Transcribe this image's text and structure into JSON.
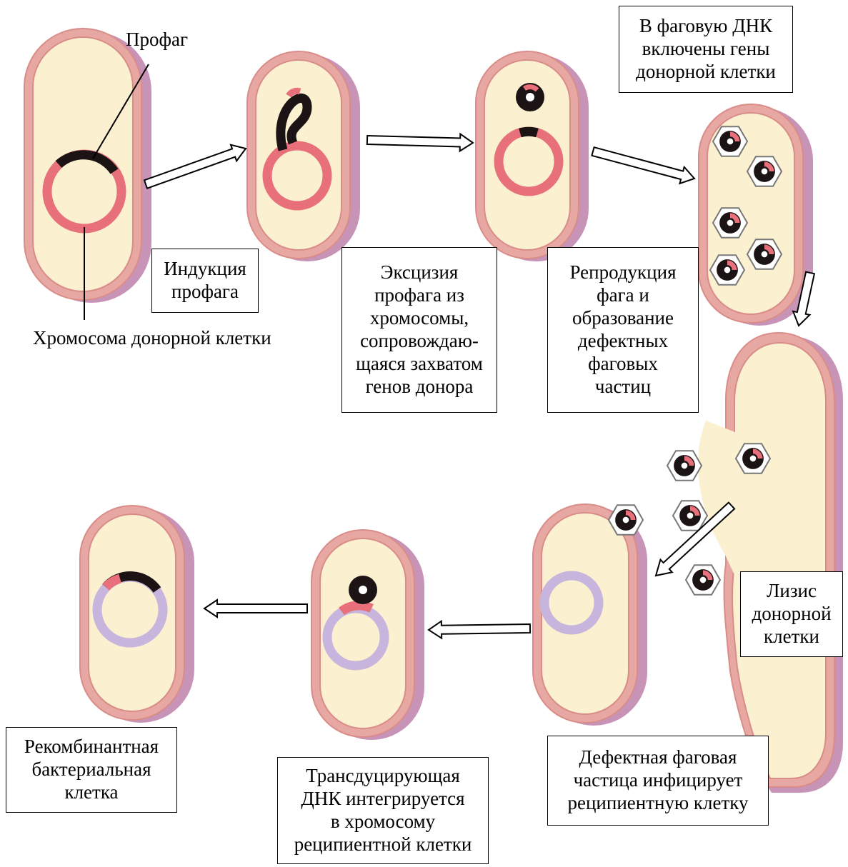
{
  "colors": {
    "cytoplasm": "#fbf0cf",
    "cell_wall_outer": "#e7a7a2",
    "cell_wall_side": "#c794b8",
    "cell_wall_rim": "#d98c88",
    "donor_dna": "#e8707a",
    "prophage_dna": "#1c1414",
    "recipient_dna": "#c8b5de",
    "phage_capsid": "#ffffff"
  },
  "labels": {
    "prophage": "Профаг",
    "donor_chromosome": [
      "Хромосома",
      "донорной",
      "клетки"
    ],
    "induction": [
      "Индукция",
      "профага"
    ],
    "excision": [
      "Эксцизия",
      "профага из",
      "хромосомы,",
      "сопровождаю-",
      "щаяся захватом",
      "генов донора"
    ],
    "genes_included": [
      "В фаговую ДНК",
      "включены гены",
      "донорной клетки"
    ],
    "reproduction": [
      "Репродукция",
      "фага и",
      "образование",
      "дефектных",
      "фаговых",
      "частиц"
    ],
    "lysis": [
      "Лизис",
      "донорной",
      "клетки"
    ],
    "infection": [
      "Дефектная фаговая",
      "частица инфицирует",
      "реципиентную клетку"
    ],
    "integration": [
      "Трансдуцирующая",
      "ДНК интегрируется",
      "в хромосому",
      "реципиентной клетки"
    ],
    "recombinant": [
      "Рекомбинантная",
      "бактериальная",
      "клетка"
    ]
  },
  "icons": [
    "bacterial-cell-icon",
    "phage-particle-icon",
    "process-arrow-icon"
  ]
}
